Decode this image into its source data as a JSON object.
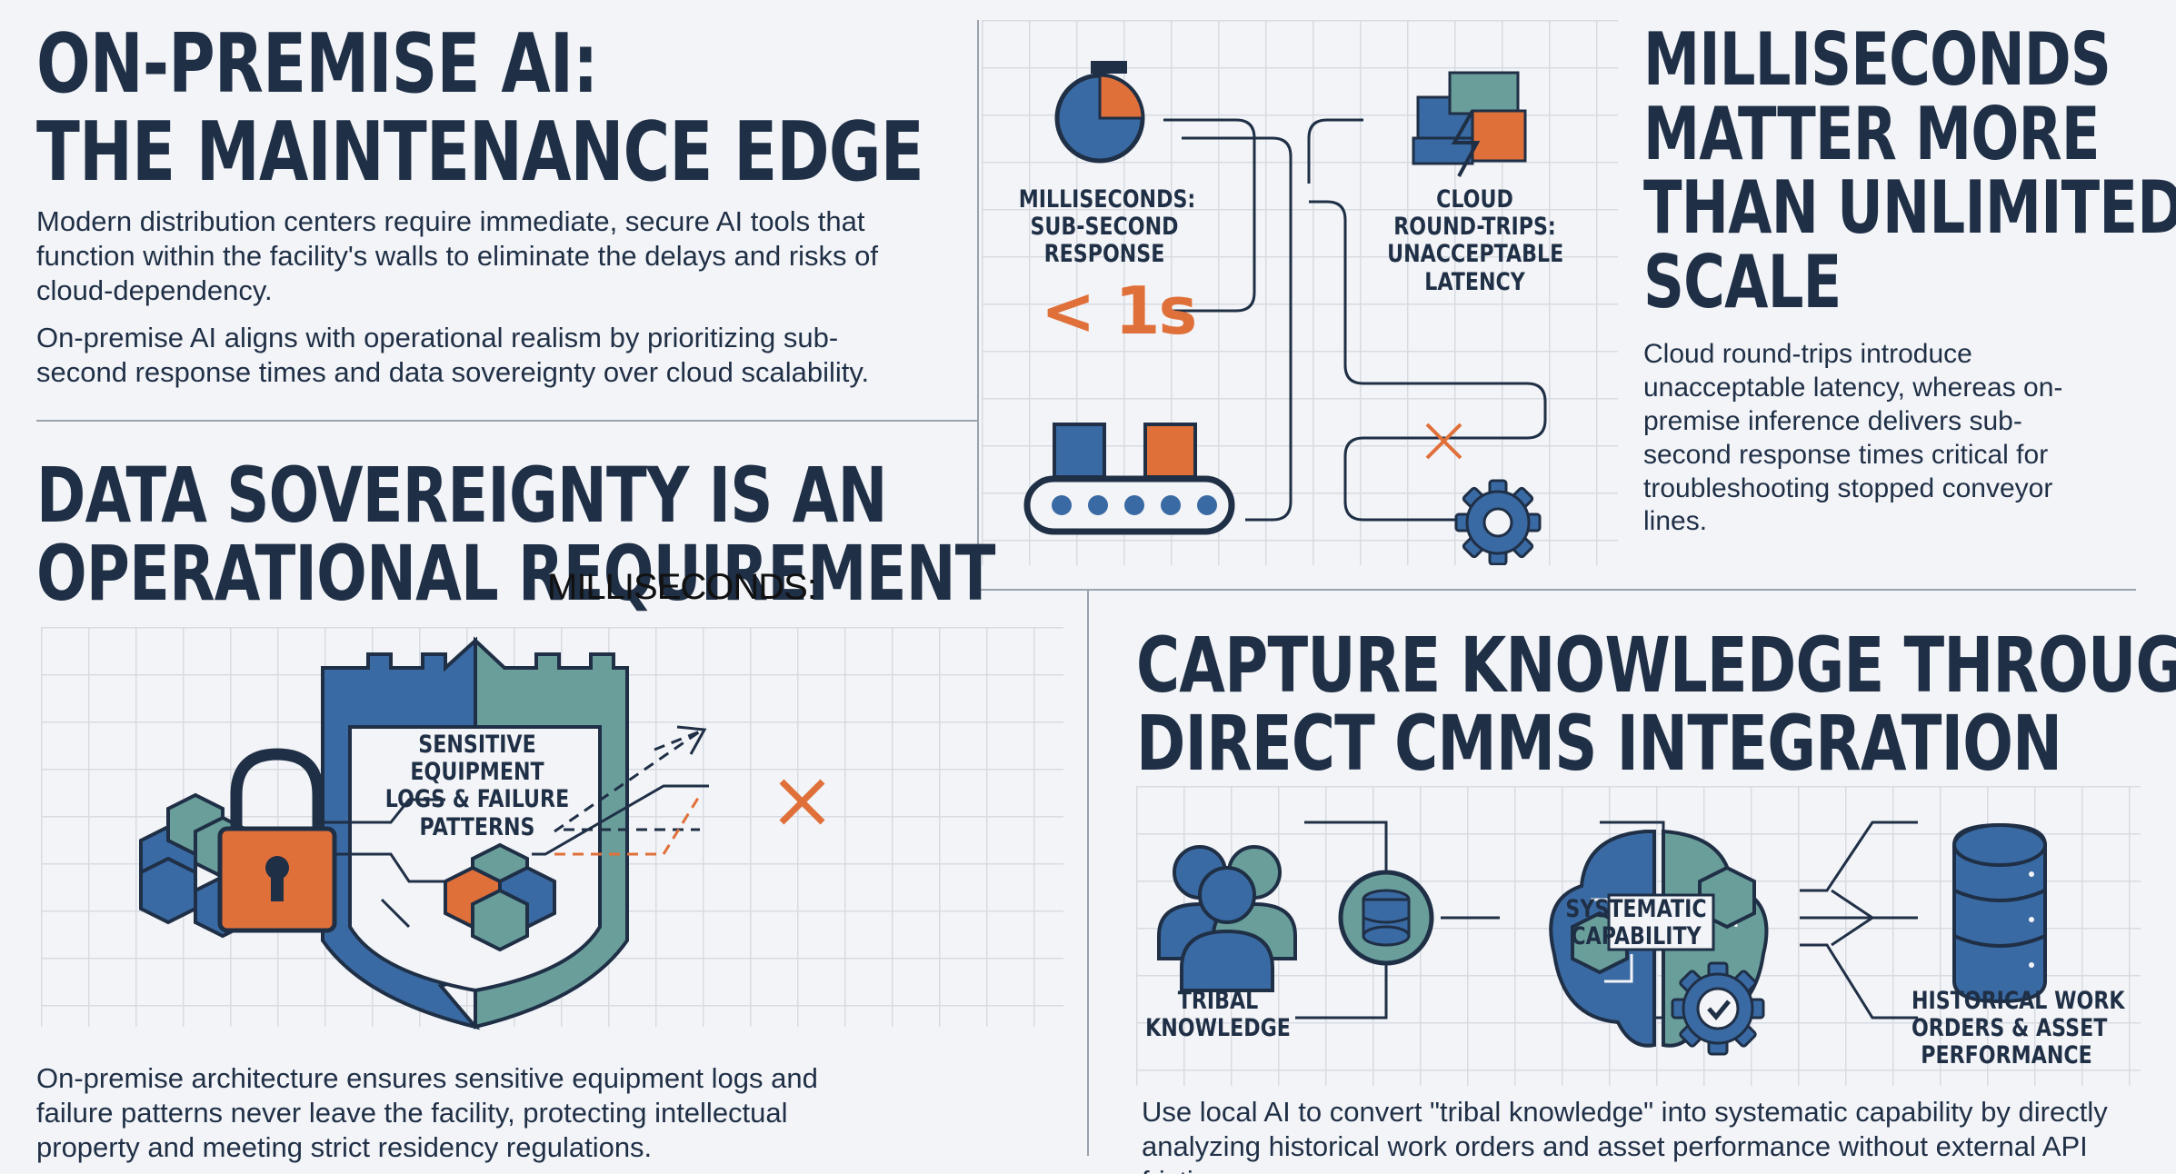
{
  "colors": {
    "navy": "#1f2f46",
    "blue": "#3a6aa3",
    "teal": "#6a9e9b",
    "orange": "#e0703a",
    "background": "#f3f4f7",
    "grid": "#d7dbe2"
  },
  "intro": {
    "title_line1": "ON-PREMISE AI:",
    "title_line2": "THE MAINTENANCE EDGE",
    "paragraph1": "Modern distribution centers require immediate, secure AI tools that function within the facility's walls to eliminate the delays and risks of cloud-dependency.",
    "paragraph2": "On-premise AI aligns with operational realism by prioritizing sub-second response times and data sovereignty over cloud scalability."
  },
  "latency": {
    "title_lines": [
      "MILLISECONDS",
      "MATTER MORE",
      "THAN UNLIMITED",
      "SCALE"
    ],
    "description": "Cloud round-trips introduce unacceptable latency, whereas on-premise inference delivers sub-second response times critical for troubleshooting stopped conveyor lines.",
    "local_label_lines": [
      "MILLISECONDS:",
      "SUB-SECOND",
      "RESPONSE"
    ],
    "cloud_label_lines": [
      "CLOUD",
      "ROUND-TRIPS:",
      "UNACCEPTABLE",
      "LATENCY"
    ],
    "response_time": "< 1s",
    "icons": [
      "stopwatch-icon",
      "cloud-lightning-icon",
      "conveyor-icon",
      "gear-icon",
      "x-mark-icon"
    ]
  },
  "sovereignty": {
    "title_line1": "DATA SOVEREIGNTY IS AN",
    "title_line2": "OPERATIONAL REQUIREMENT",
    "overlay_text": "MILLISECONDS:",
    "shield_label_lines": [
      "SENSITIVE",
      "EQUIPMENT",
      "LOGS & FAILURE",
      "PATTERNS"
    ],
    "description": "On-premise architecture ensures sensitive equipment logs and failure patterns never leave the facility, protecting intellectual property and meeting strict residency regulations.",
    "icons": [
      "castle-shield-icon",
      "padlock-icon",
      "cubes-icon",
      "x-mark-icon"
    ]
  },
  "cmms": {
    "title_line1": "CAPTURE KNOWLEDGE THROUGH",
    "title_line2": "DIRECT CMMS INTEGRATION",
    "tribal_label_lines": [
      "TRIBAL",
      "KNOWLEDGE"
    ],
    "brain_label_lines": [
      "SYSTEMATIC",
      "CAPABILITY"
    ],
    "history_label_lines": [
      "HISTORICAL WORK",
      "ORDERS & ASSET",
      "PERFORMANCE"
    ],
    "description": "Use local AI to convert \"tribal knowledge\" into systematic capability by directly analyzing historical work orders and asset performance without external API friction.",
    "icons": [
      "people-icon",
      "database-icon",
      "brain-icon",
      "gear-check-icon",
      "server-stack-icon"
    ]
  }
}
